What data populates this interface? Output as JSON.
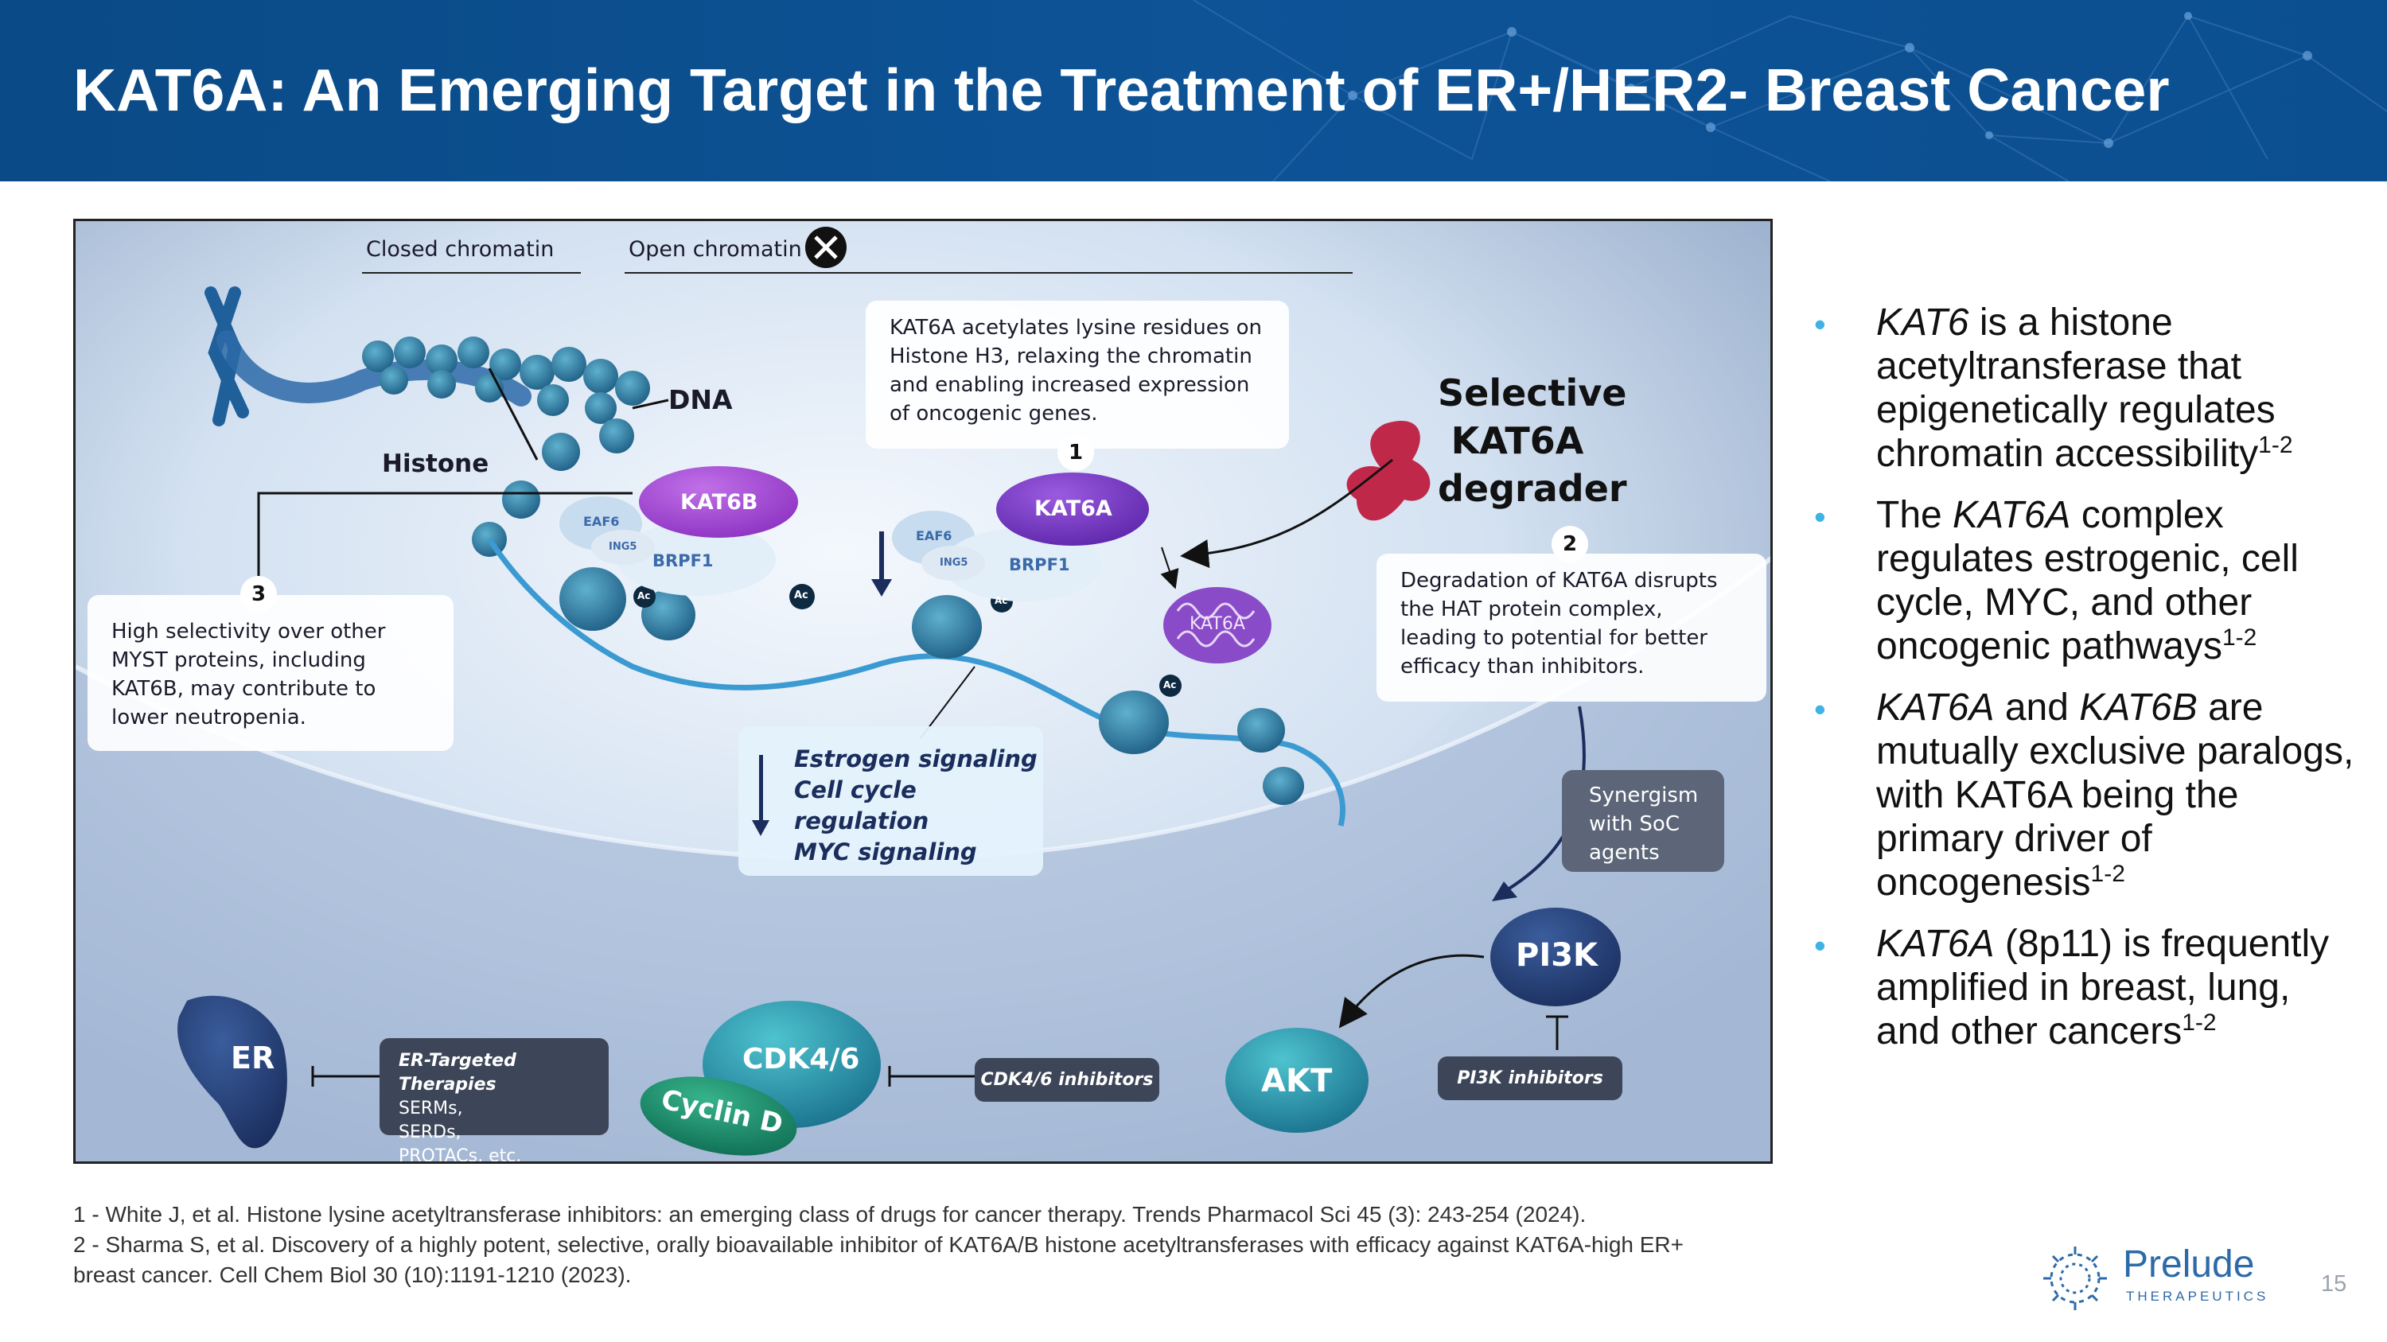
{
  "header": {
    "title": "KAT6A: An Emerging Target in the Treatment of ER+/HER2- Breast Cancer"
  },
  "figure": {
    "closed_chromatin": "Closed chromatin",
    "open_chromatin": "Open chromatin",
    "dna_label": "DNA",
    "histone_label": "Histone",
    "kat6b": "KAT6B",
    "kat6a": "KAT6A",
    "kat6a_degraded": "KAT6A",
    "eaf6_left": "EAF6",
    "ing5_left": "ING5",
    "brpf1_left": "BRPF1",
    "eaf6_right": "EAF6",
    "ing5_right": "ING5",
    "brpf1_right": "BRPF1",
    "ac": "Ac",
    "step1_num": "1",
    "step1_text": "KAT6A acetylates lysine residues on Histone H3, relaxing the chromatin and enabling increased expression of oncogenic genes.",
    "step2_num": "2",
    "step2_text": "Degradation of KAT6A disrupts the HAT protein complex, leading to potential for better efficacy than inhibitors.",
    "step3_num": "3",
    "step3_text": "High selectivity over other MYST proteins, including KAT6B, may contribute to lower neutropenia.",
    "degrader_title": "Selective KAT6A degrader",
    "signaling": [
      "Estrogen signaling",
      "Cell cycle regulation",
      "MYC signaling"
    ],
    "synergism": "Synergism with SoC agents",
    "pi3k": "PI3K",
    "akt": "AKT",
    "er": "ER",
    "cdk46": "CDK4/6",
    "cyclin_d": "Cyclin D",
    "er_therapies_title": "ER-Targeted Therapies",
    "er_therapies_items": "SERMs, SERDs, PROTACs, etc.",
    "cdk_inhibitors": "CDK4/6 inhibitors",
    "pi3k_inhibitors": "PI3K inhibitors"
  },
  "bullets": [
    {
      "italic": "KAT6",
      "rest": " is a histone acetyltransferase that epigenetically regulates chromatin accessibility",
      "sup": "1-2"
    },
    {
      "pre": "The ",
      "italic": "KAT6A",
      "rest": " complex regulates estrogenic, cell cycle, MYC, and other oncogenic pathways",
      "sup": "1-2"
    },
    {
      "italic": "KAT6A",
      "mid": " and ",
      "italic2": "KAT6B",
      "rest": " are mutually exclusive paralogs, with KAT6A being the primary driver of oncogenesis",
      "sup": "1-2"
    },
    {
      "italic": "KAT6A",
      "rest": " (8p11) is frequently amplified in breast, lung, and other cancers",
      "sup": "1-2"
    }
  ],
  "references": [
    "1 - White J, et al. Histone lysine acetyltransferase inhibitors: an emerging class of drugs for cancer therapy. Trends Pharmacol Sci 45 (3): 243-254 (2024).",
    "2 - Sharma S, et al. Discovery of a highly potent, selective, orally bioavailable inhibitor of KAT6A/B histone acetyltransferases with efficacy against KAT6A-high ER+",
    "breast cancer. Cell Chem Biol 30 (10):1191-1210 (2023)."
  ],
  "logo": {
    "name": "Prelude",
    "sub": "THERAPEUTICS"
  },
  "page_number": "15",
  "colors": {
    "header_blue": "#0b4f90",
    "bullet_teal": "#3fb3e3",
    "kat6b_purple": "#9b3fc8",
    "kat6a_purple": "#6a2db8"
  }
}
